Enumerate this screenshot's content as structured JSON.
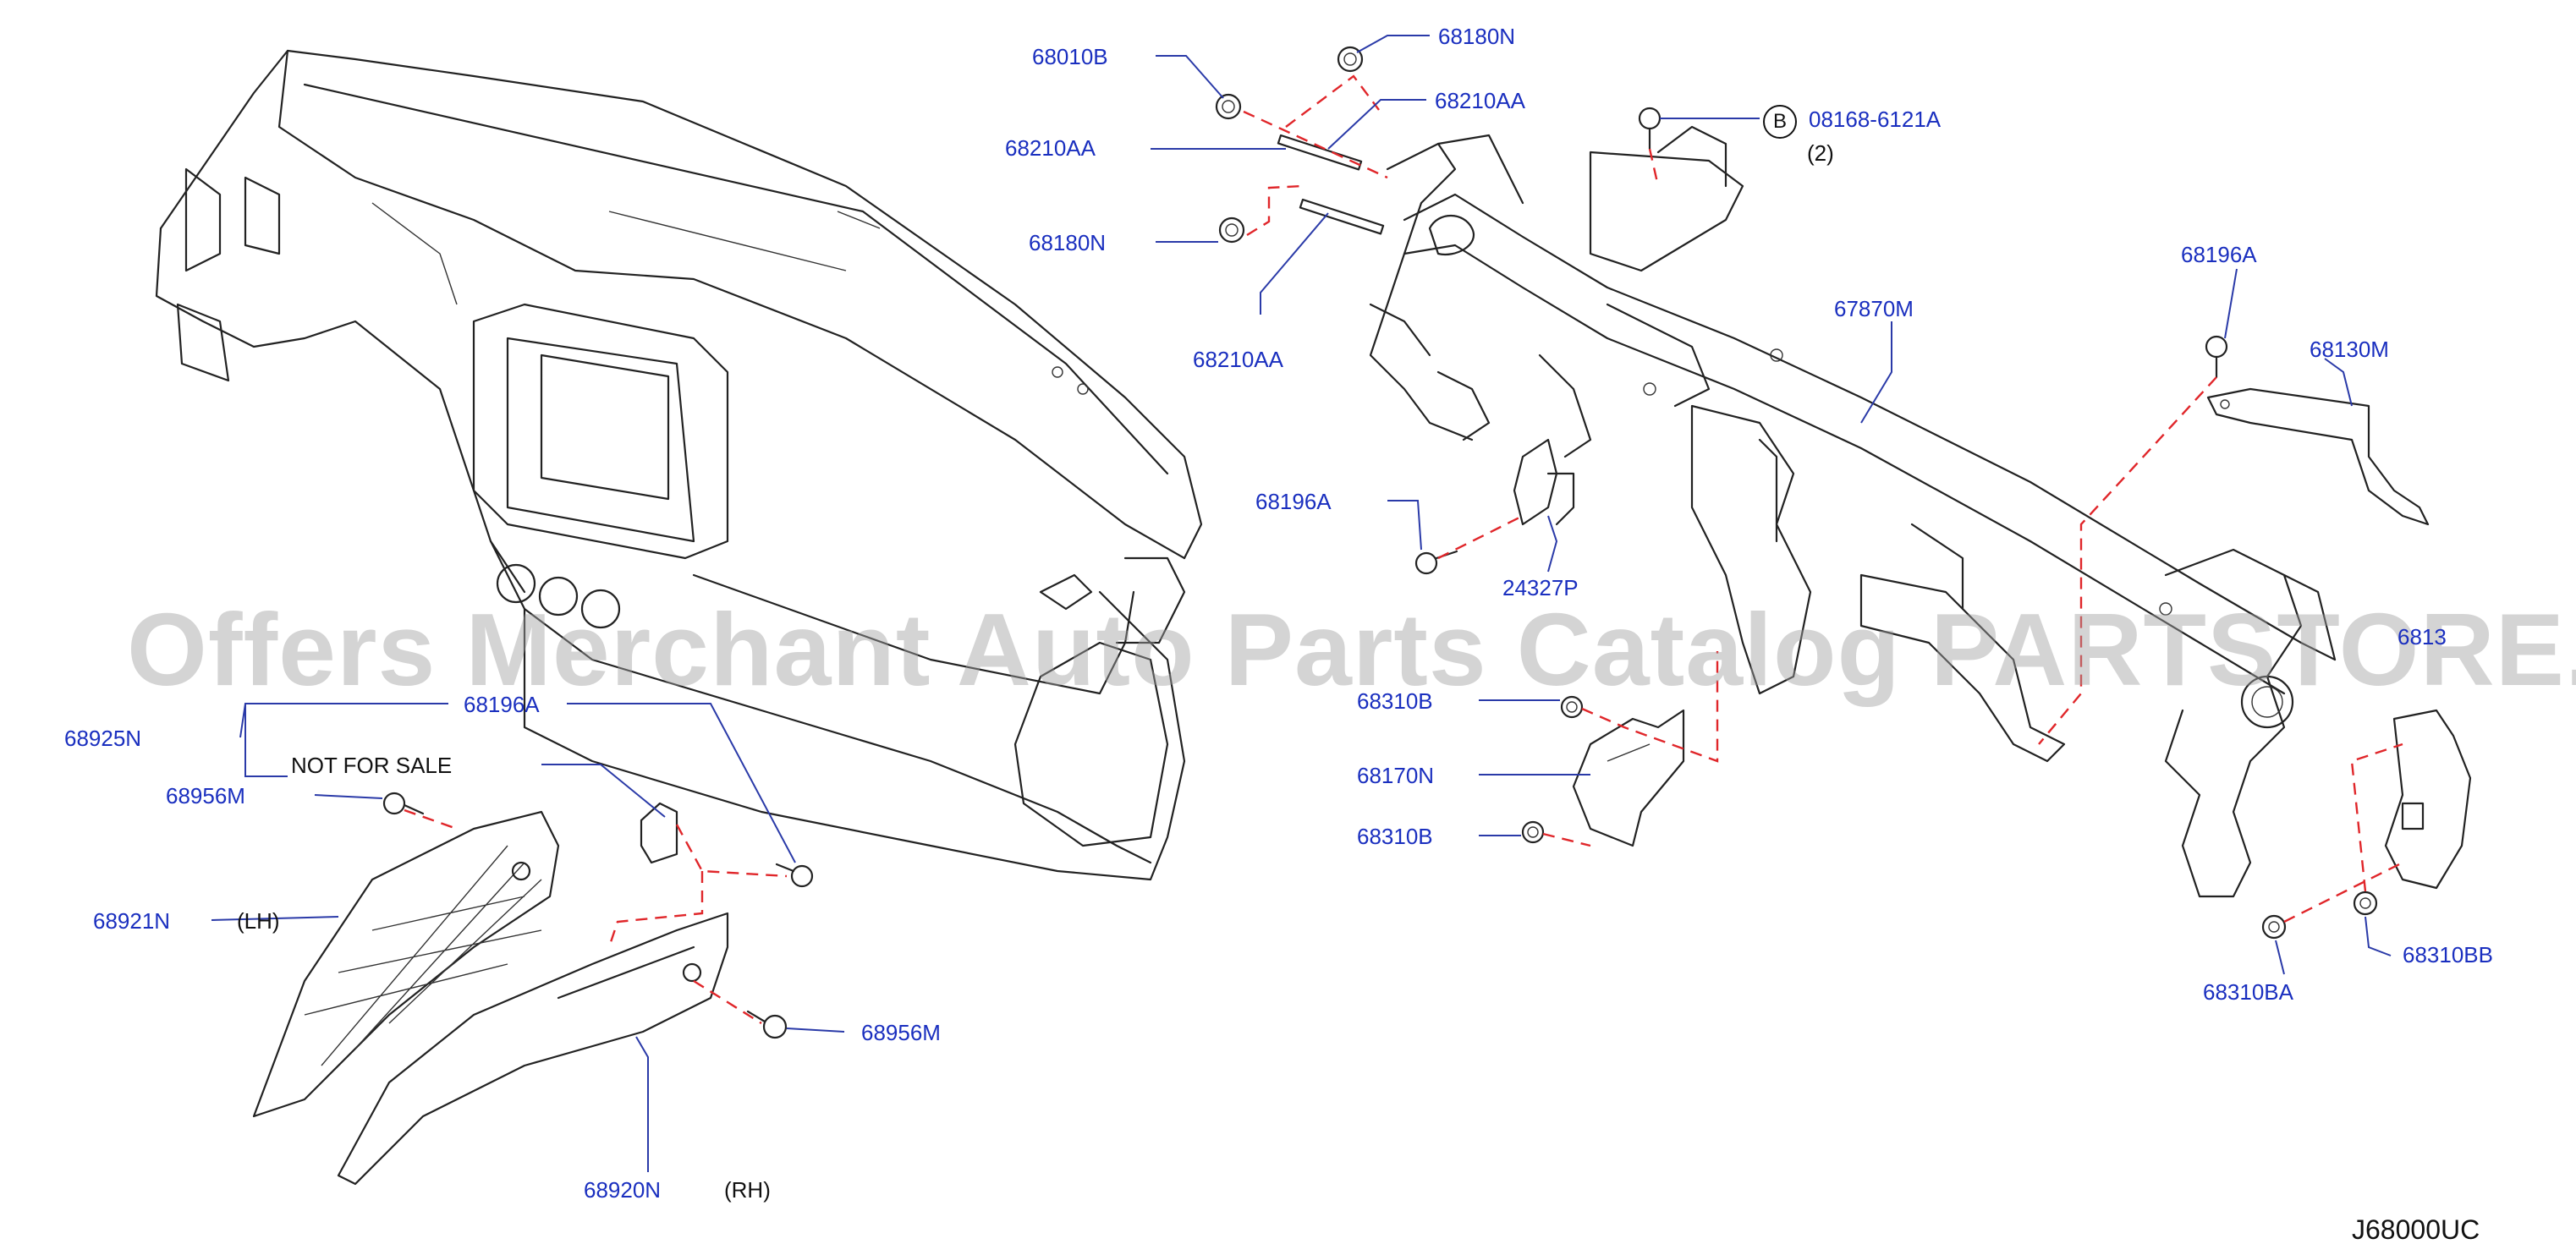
{
  "diagram": {
    "code": "J68000UC",
    "watermark": "Offers Merchant Auto Parts Catalog PARTSTORE.SA",
    "marker_b": "B",
    "parts": {
      "p68010B": "68010B",
      "p68180N_top": "68180N",
      "p68210AA_a": "68210AA",
      "p68210AA_b": "68210AA",
      "p68180N_mid": "68180N",
      "p68210AA_c": "68210AA",
      "p08168": "08168-6121A",
      "p08168_qty": "(2)",
      "p67870M": "67870M",
      "p68196A_right": "68196A",
      "p68130M": "68130M",
      "p68196A_mid": "68196A",
      "p24327P": "24327P",
      "p68138_partial": "6813",
      "p68310B_a": "68310B",
      "p68170N": "68170N",
      "p68310B_b": "68310B",
      "p68310BA": "68310BA",
      "p68310BB": "68310BB",
      "p68925N": "68925N",
      "p68196A_left": "68196A",
      "not_for_sale": "NOT   FOR   SALE",
      "p68956M_a": "68956M",
      "p68921N": "68921N",
      "lh": "(LH)",
      "p68956M_b": "68956M",
      "p68920N": "68920N",
      "rh": "(RH)"
    }
  }
}
